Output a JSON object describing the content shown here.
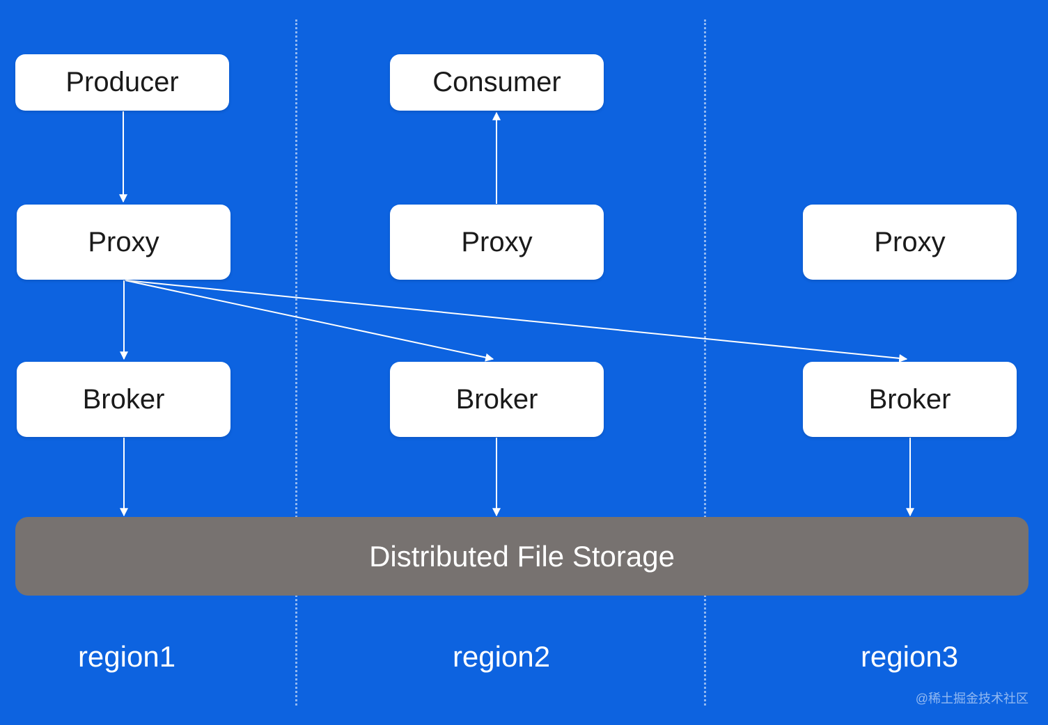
{
  "nodes": {
    "producer": "Producer",
    "consumer": "Consumer",
    "proxy1": "Proxy",
    "proxy2": "Proxy",
    "proxy3": "Proxy",
    "broker1": "Broker",
    "broker2": "Broker",
    "broker3": "Broker"
  },
  "storage": "Distributed File Storage",
  "regions": [
    "region1",
    "region2",
    "region3"
  ],
  "watermark": "@稀土掘金技术社区",
  "colors": {
    "background": "#0d63e0",
    "node": "#ffffff",
    "storage": "#777270",
    "arrow": "#ffffff"
  }
}
